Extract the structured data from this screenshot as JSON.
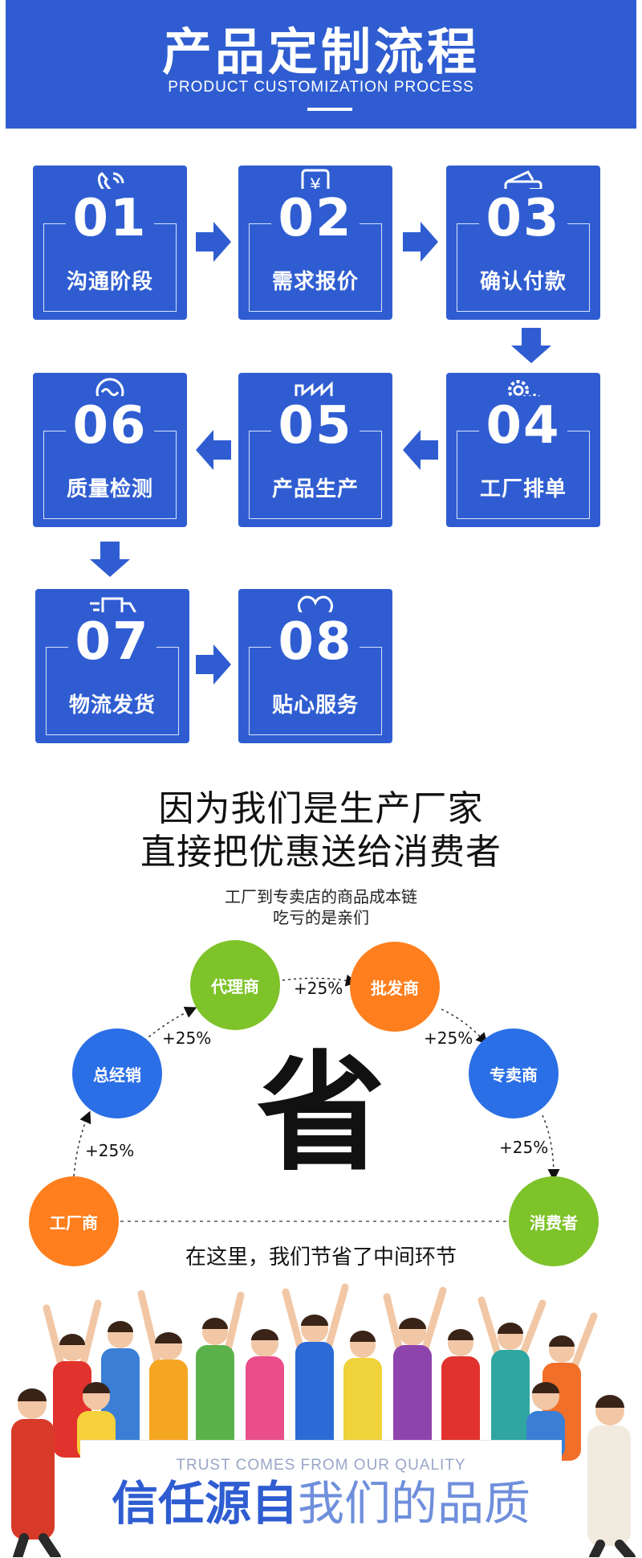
{
  "header": {
    "title": "产品定制流程",
    "subtitle": "PRODUCT CUSTOMIZATION PROCESS"
  },
  "steps": [
    {
      "num": "01",
      "label": "沟通阶段",
      "icon": "phone-icon"
    },
    {
      "num": "02",
      "label": "需求报价",
      "icon": "yen-icon"
    },
    {
      "num": "03",
      "label": "确认付款",
      "icon": "wallet-icon"
    },
    {
      "num": "04",
      "label": "工厂排单",
      "icon": "gears-icon"
    },
    {
      "num": "05",
      "label": "产品生产",
      "icon": "factory-icon"
    },
    {
      "num": "06",
      "label": "质量检测",
      "icon": "magnifier-icon"
    },
    {
      "num": "07",
      "label": "物流发货",
      "icon": "truck-icon"
    },
    {
      "num": "08",
      "label": "贴心服务",
      "icon": "heart-icon"
    }
  ],
  "slogan": {
    "line1": "因为我们是生产厂家",
    "line2": "直接把优惠送给消费者"
  },
  "chain_note": {
    "line1": "工厂到专卖店的商品成本链",
    "line2": "吃亏的是亲们"
  },
  "chain": {
    "nodes": {
      "factory": "工厂商",
      "general_distributor": "总经销",
      "agent": "代理商",
      "wholesaler": "批发商",
      "store": "专卖商",
      "consumer": "消费者"
    },
    "markup": "+25%",
    "center": "省",
    "saving_text": "在这里，我们节省了中间环节"
  },
  "colors": {
    "brand_blue": "#2f5dd1",
    "orange": "#ff7f1e",
    "green": "#7ec32a",
    "blue": "#2b6fe6"
  },
  "banner": {
    "english": "TRUST COMES FROM OUR QUALITY",
    "chinese_strong": "信任源自",
    "chinese_light": "我们的品质"
  }
}
